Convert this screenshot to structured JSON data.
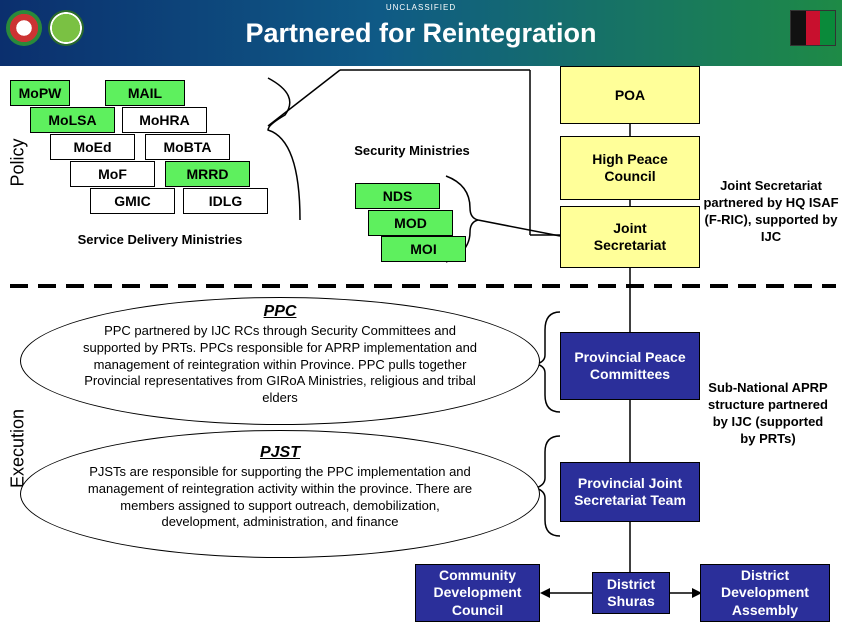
{
  "header": {
    "title": "Partnered for Reintegration",
    "classification": "UNCLASSIFIED",
    "left_emblem_icon": "afghan-emblem-icon",
    "right_emblem_icon": "isaf-emblem-icon",
    "flag_icon": "afghanistan-flag-icon",
    "colors": {
      "from": "#0b2f6e",
      "to": "#1e8a46"
    }
  },
  "policy_label": "Policy",
  "execution_label": "Execution",
  "ministries": [
    {
      "label": "MoPW",
      "highlight": true
    },
    {
      "label": "MAIL",
      "highlight": true
    },
    {
      "label": "MoLSA",
      "highlight": true
    },
    {
      "label": "MoHRA",
      "highlight": false
    },
    {
      "label": "MoEd",
      "highlight": false
    },
    {
      "label": "MoBTA",
      "highlight": false
    },
    {
      "label": "MoF",
      "highlight": false
    },
    {
      "label": "MRRD",
      "highlight": true
    },
    {
      "label": "GMIC",
      "highlight": false
    },
    {
      "label": "IDLG",
      "highlight": false
    }
  ],
  "service_delivery_label": "Service Delivery Ministries",
  "security_ministries_label": "Security Ministries",
  "security_ministries": [
    "NDS",
    "MOD",
    "MOI"
  ],
  "poa": "POA",
  "high_peace_council": "High Peace Council",
  "joint_secretariat": "Joint Secretariat",
  "joint_secretariat_note": "Joint Secretariat partnered by HQ ISAF (F-RIC), supported by IJC",
  "ppc": {
    "title": "PPC",
    "text": "PPC partnered by IJC RCs through Security Committees and supported by PRTs. PPCs responsible for APRP implementation and management of reintegration within Province. PPC pulls together Provincial representatives from GIRoA Ministries, religious and tribal elders"
  },
  "pjst": {
    "title": "PJST",
    "text": "PJSTs are responsible for supporting the PPC implementation and management of reintegration activity within the province. There are members assigned to support outreach, demobilization, development, administration, and finance"
  },
  "provincial_peace_committees": "Provincial Peace Committees",
  "provincial_joint_secretariat_team": "Provincial Joint Secretariat Team",
  "subnational_note": "Sub-National APRP structure partnered by IJC (supported by PRTs)",
  "community_development_council": "Community Development Council",
  "district_shuras": "District Shuras",
  "district_development_assembly": "District Development Assembly",
  "colors": {
    "ministry_green": "#5ef05e",
    "council_yellow": "#ffff99",
    "execution_blue": "#2b2f9a"
  }
}
